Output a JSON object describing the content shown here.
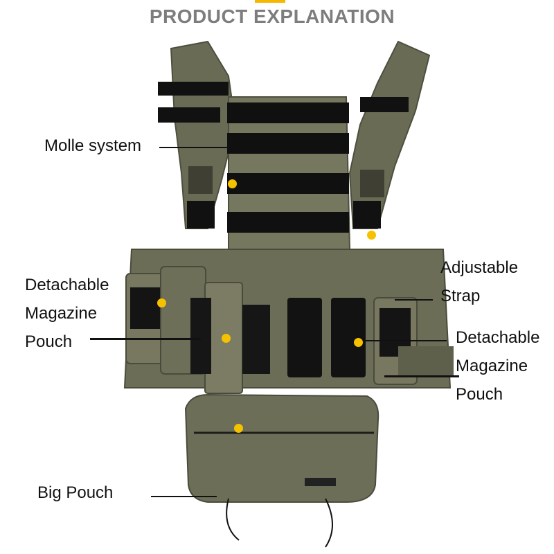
{
  "header": {
    "title": "PRODUCT EXPLANATION"
  },
  "callouts": [
    {
      "id": "molle-system",
      "lines": [
        "Molle system"
      ]
    },
    {
      "id": "adjustable-strap",
      "lines": [
        "Adjustable",
        "Strap"
      ]
    },
    {
      "id": "left-magazine-pouch",
      "lines": [
        "Detachable",
        "Magazine",
        "Pouch"
      ]
    },
    {
      "id": "right-magazine-pouch",
      "lines": [
        "Detachable",
        "Magazine",
        "Pouch"
      ]
    },
    {
      "id": "big-pouch",
      "lines": [
        "Big Pouch"
      ]
    }
  ],
  "colors": {
    "accent": "#f6c200",
    "vest": "#6f705a",
    "webbing": "#111111"
  }
}
